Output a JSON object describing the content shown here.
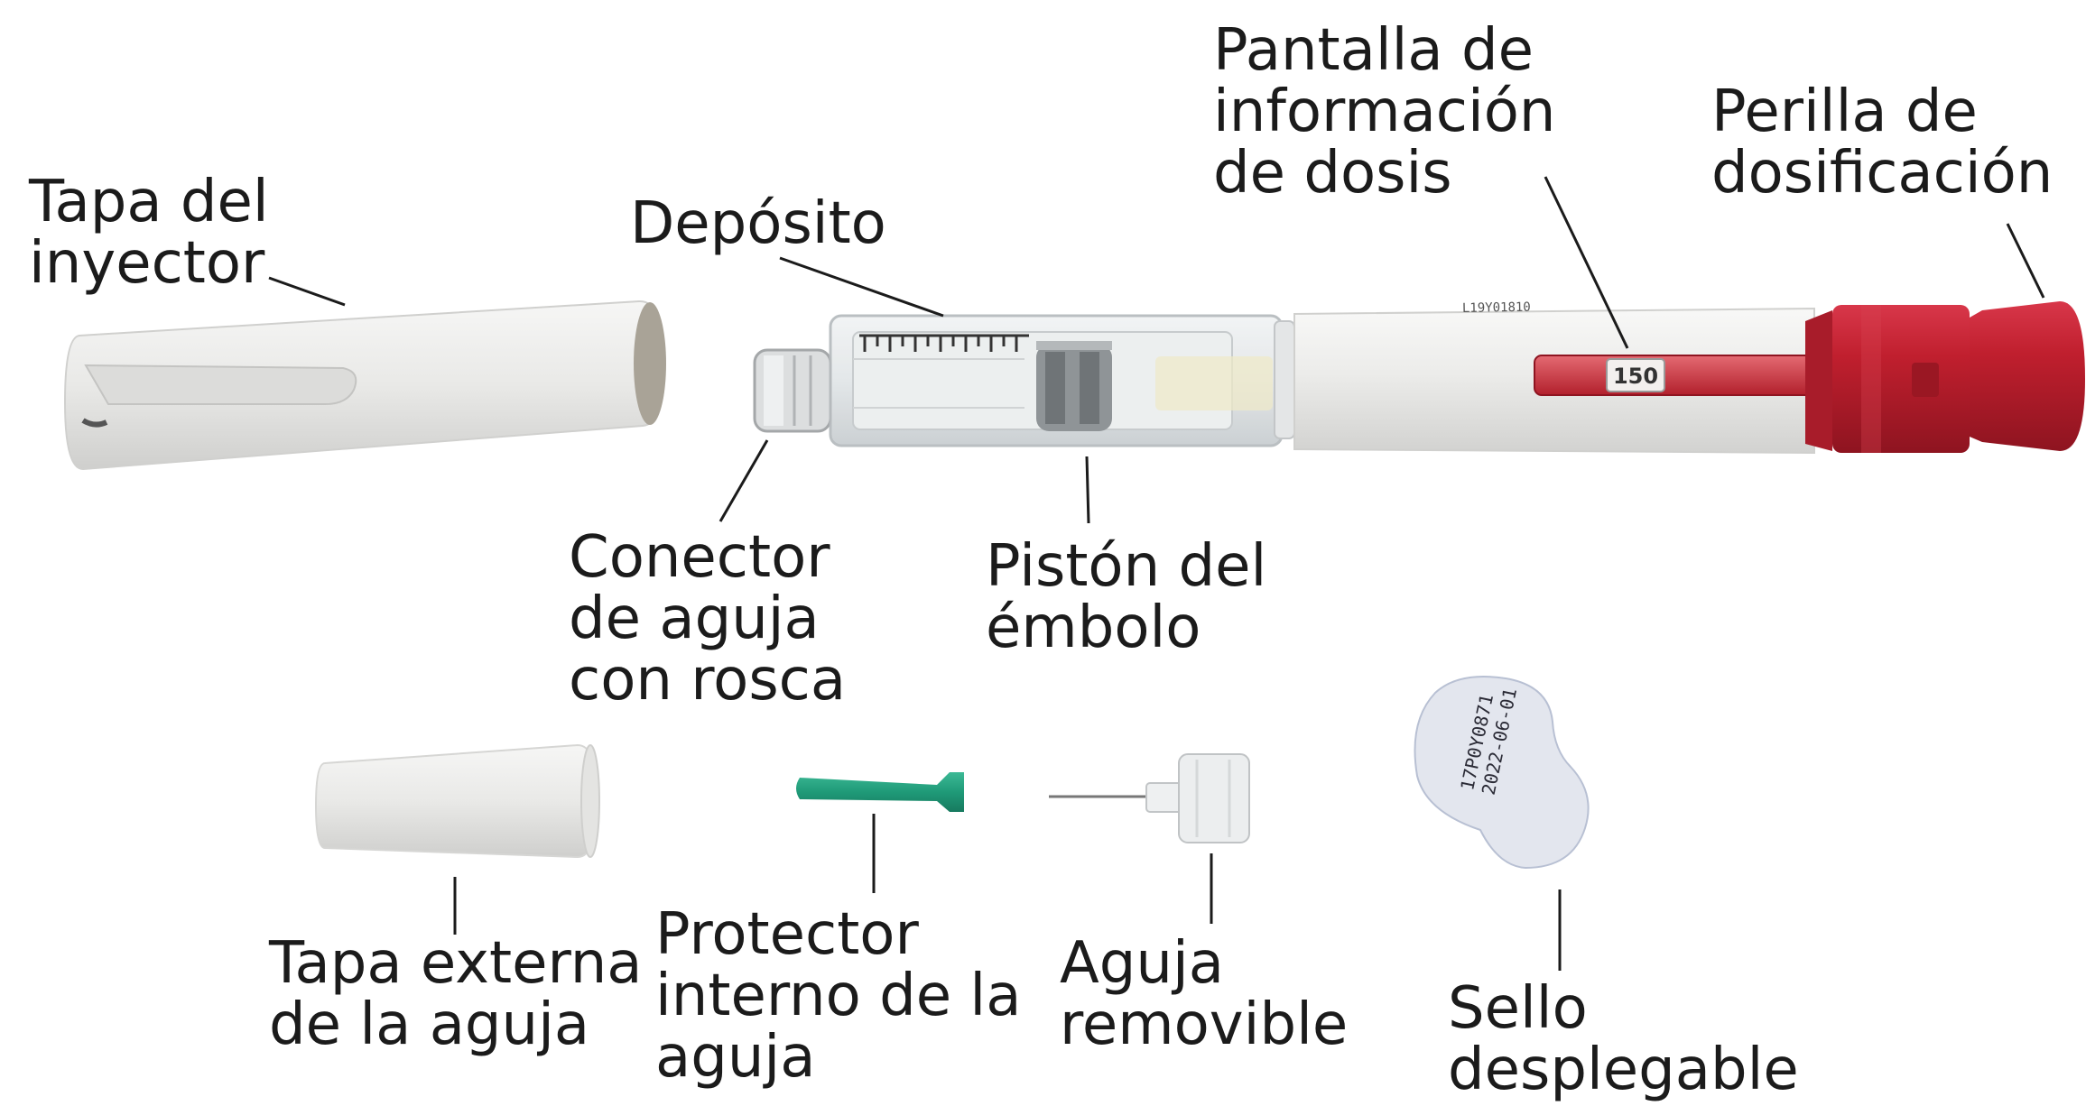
{
  "labels": {
    "pen_cap": [
      "Tapa del",
      "inyector"
    ],
    "reservoir": [
      "Depósito"
    ],
    "dose_display": [
      "Pantalla de",
      "información",
      "de dosis"
    ],
    "dose_knob": [
      "Perilla de",
      "dosificación"
    ],
    "needle_connector": [
      "Conector",
      "de aguja",
      "con rosca"
    ],
    "plunger_piston": [
      "Pistón del",
      "émbolo"
    ],
    "outer_needle_cap": [
      "Tapa externa",
      "de la aguja"
    ],
    "inner_needle_shield": [
      "Protector",
      "interno de la",
      "aguja"
    ],
    "removable_needle": [
      "Aguja",
      "removible"
    ],
    "peel_seal": [
      "Sello",
      "desplegable"
    ]
  },
  "dose_window_value": "150",
  "lot_code": "L19Y01810",
  "seal_print": [
    "17P0Y0871",
    "2022-06-01"
  ],
  "colors": {
    "pen_body": "#eeeeec",
    "knob": "#c01f2e",
    "needle_shield": "#1f9a78",
    "text": "#1b1b1b"
  }
}
